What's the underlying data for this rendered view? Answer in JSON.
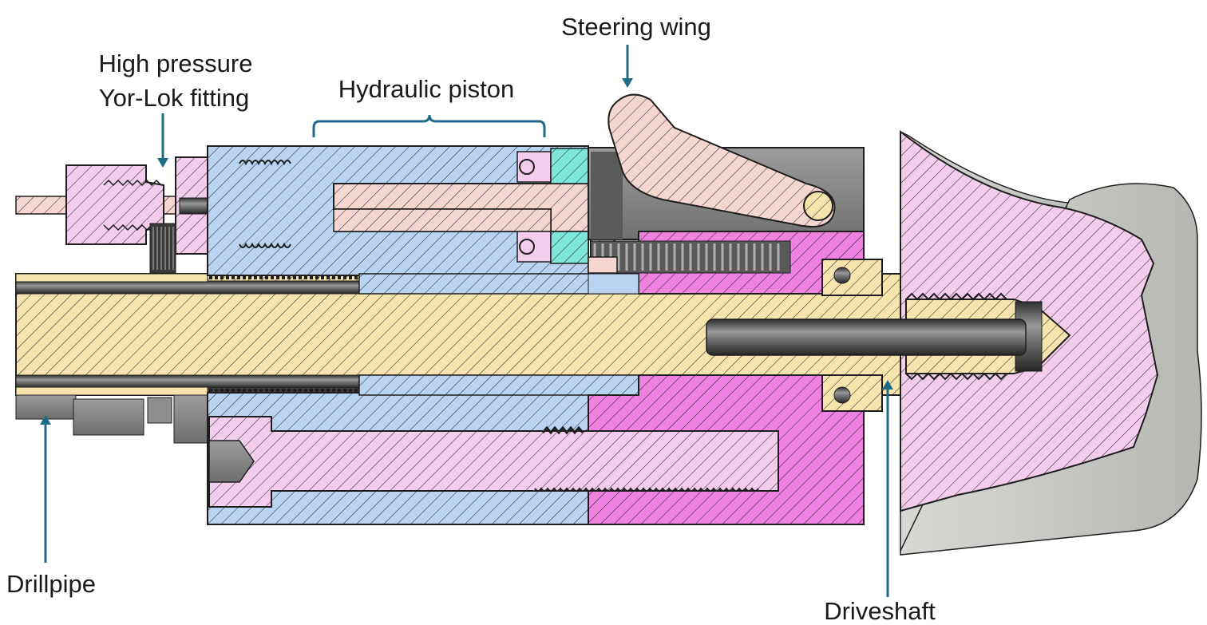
{
  "labels": {
    "steering_wing": "Steering wing",
    "fitting_line1": "High pressure",
    "fitting_line2": "Yor-Lok fitting",
    "hydraulic_piston": "Hydraulic piston",
    "drillpipe": "Drillpipe",
    "driveshaft": "Driveshaft"
  },
  "colors": {
    "blue_body": "#b9d3f2",
    "pink_light": "#f3cdeb",
    "pink_magenta": "#ef82e0",
    "peach": "#f6d6d0",
    "shaft_yellow": "#f7e3ad",
    "teal": "#7fe6da",
    "grey_metal": "#8a8a8a",
    "dark_grey": "#4f4f4f",
    "arrow": "#1f6b85",
    "outline": "#1e1e1e"
  }
}
